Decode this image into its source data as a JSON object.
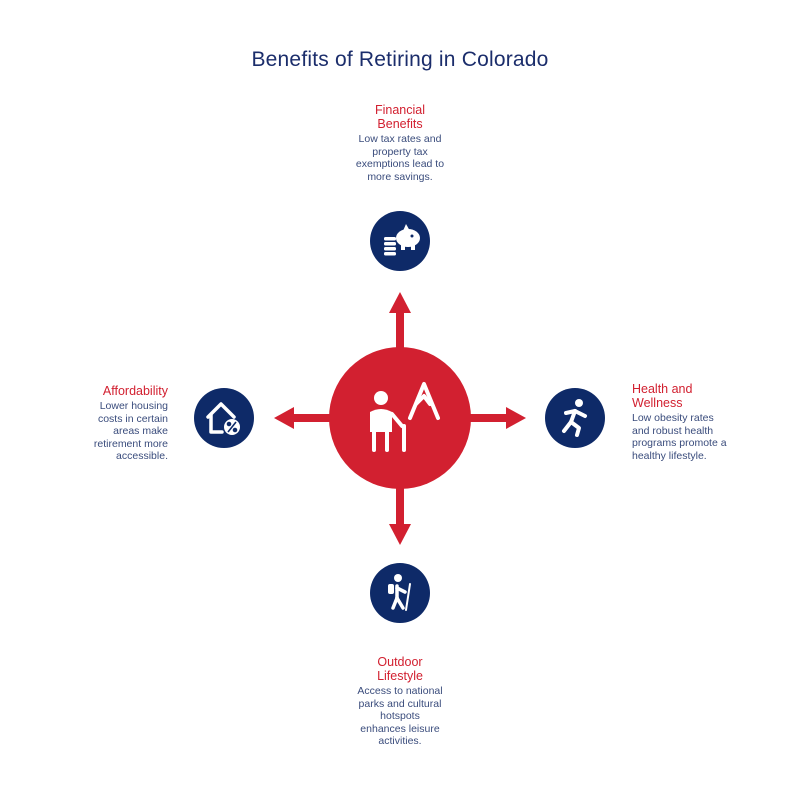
{
  "title": "Benefits of Retiring in Colorado",
  "colors": {
    "navy": "#0e2a68",
    "red": "#d22030",
    "text": "#3a4c7c",
    "white": "#ffffff"
  },
  "center": {
    "icon": "retiree-mountain-icon"
  },
  "benefits": [
    {
      "heading_lines": [
        "Financial",
        "Benefits"
      ],
      "description_lines": [
        "Low tax rates and",
        "property tax",
        "exemptions lead to",
        "more savings."
      ],
      "icon": "piggy-bank-coins-icon"
    },
    {
      "heading_lines": [
        "Health and",
        "Wellness"
      ],
      "description_lines": [
        "Low obesity rates",
        "and robust health",
        "programs promote a",
        "healthy lifestyle."
      ],
      "icon": "running-person-icon"
    },
    {
      "heading_lines": [
        "Outdoor",
        "Lifestyle"
      ],
      "description_lines": [
        "Access to national",
        "parks and cultural",
        "hotspots",
        "enhances leisure",
        "activities."
      ],
      "icon": "hiker-icon"
    },
    {
      "heading_lines": [
        "Affordability"
      ],
      "description_lines": [
        "Lower housing",
        "costs in certain",
        "areas make",
        "retirement more",
        "accessible."
      ],
      "icon": "house-percent-icon"
    }
  ]
}
